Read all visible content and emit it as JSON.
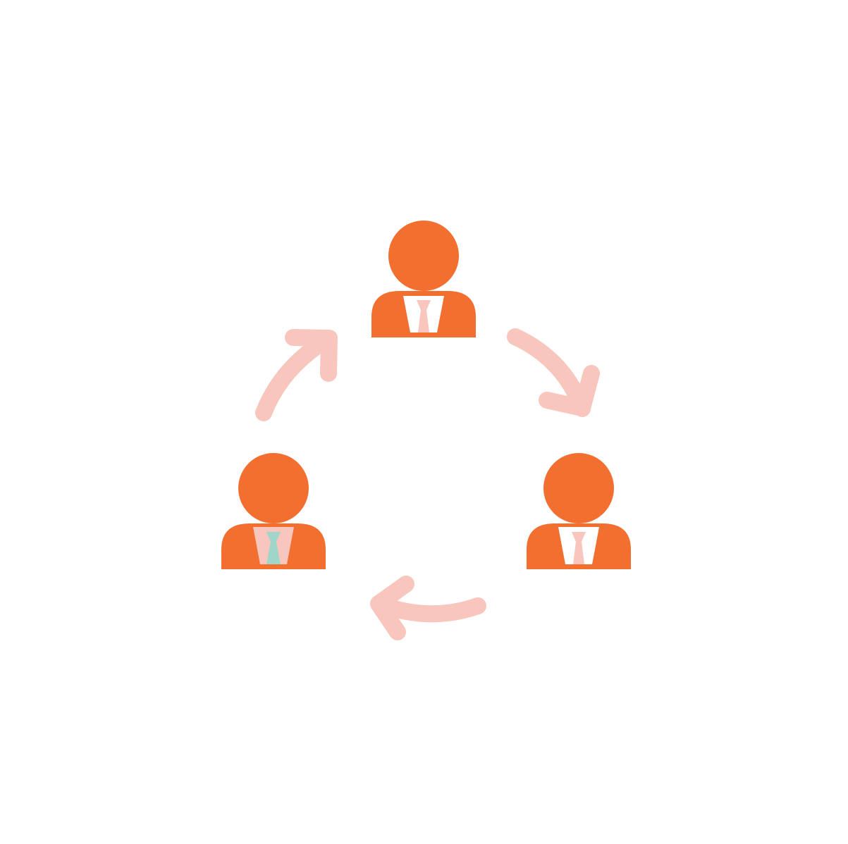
{
  "diagram": {
    "type": "cycle",
    "direction": "clockwise",
    "colors": {
      "background": "#ffffff",
      "person": "#f26f30",
      "arrow": "#f8c6bc",
      "shirt": "#f8c6bc",
      "tie_pink": "#f8c6bc",
      "tie_teal": "#9fd6c9",
      "shirt_white": "#ffffff"
    },
    "nodes": [
      {
        "id": "top",
        "icon": "person-icon",
        "shirt": "shirt_white",
        "tie": "tie_pink"
      },
      {
        "id": "right",
        "icon": "person-icon",
        "shirt": "shirt_white",
        "tie": "tie_pink"
      },
      {
        "id": "left",
        "icon": "person-icon",
        "shirt": "shirt",
        "tie": "tie_teal"
      }
    ],
    "edges": [
      {
        "from": "top",
        "to": "right",
        "icon": "curved-arrow-icon"
      },
      {
        "from": "right",
        "to": "left",
        "icon": "curved-arrow-icon"
      },
      {
        "from": "left",
        "to": "top",
        "icon": "curved-arrow-icon"
      }
    ]
  }
}
